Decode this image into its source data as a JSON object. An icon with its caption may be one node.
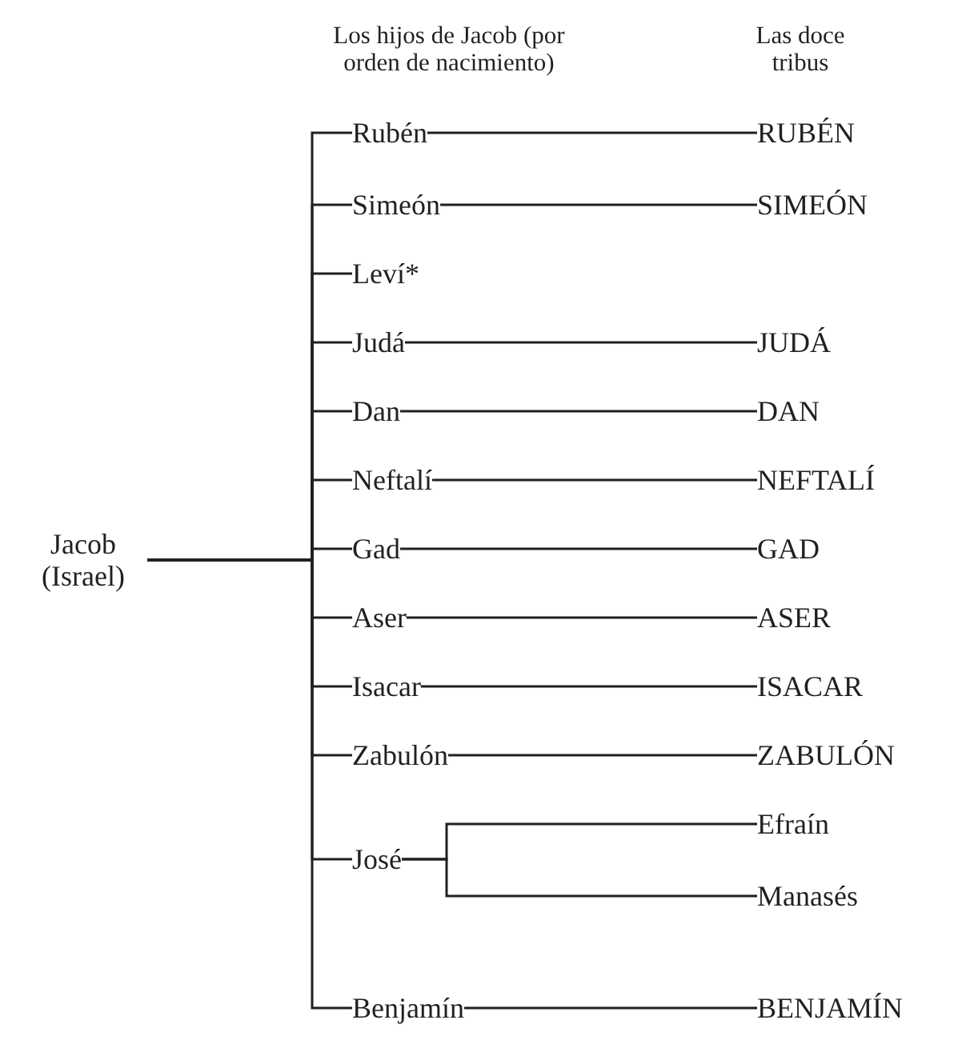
{
  "diagram": {
    "nodes": [
      {
        "text": [
          "Jacob (Israel)"
        ]
      },
      {
        "text": [
          "Rubén"
        ]
      },
      {
        "text": [
          "Simeón"
        ]
      },
      {
        "text": [
          "Leví*"
        ]
      },
      {
        "text": [
          "Judá"
        ]
      },
      {
        "text": [
          "Dan"
        ]
      },
      {
        "text": [
          "Neftalí"
        ]
      },
      {
        "text": [
          "Gad"
        ]
      },
      {
        "text": [
          "Aser"
        ]
      },
      {
        "text": [
          "Isacar"
        ]
      },
      {
        "text": [
          "Zabulón"
        ]
      },
      {
        "text": [
          "José"
        ]
      },
      {
        "text": [
          "Benjamín"
        ]
      },
      {
        "text": [
          "RUBÉN"
        ]
      },
      {
        "text": [
          "SIMEÓN"
        ]
      },
      {
        "text": [
          "JUDÁ"
        ]
      },
      {
        "text": [
          "DAN"
        ]
      },
      {
        "text": [
          "NEFTALÍ"
        ]
      },
      {
        "text": [
          "GAD"
        ]
      },
      {
        "text": [
          "ASER"
        ]
      },
      {
        "text": [
          "ISACAR"
        ]
      },
      {
        "text": [
          "ZABULÓN"
        ]
      },
      {
        "text": [
          "Efraín"
        ]
      },
      {
        "text": [
          "Manasés"
        ]
      },
      {
        "text": [
          "BENJAMÍN"
        ]
      }
    ],
    "edges": [
      {
        "from": 0,
        "to": 1,
        "arrow": "none"
      },
      {
        "from": 0,
        "to": 2,
        "arrow": "none"
      },
      {
        "from": 0,
        "to": 3,
        "arrow": "none"
      },
      {
        "from": 0,
        "to": 4,
        "arrow": "none"
      },
      {
        "from": 0,
        "to": 5,
        "arrow": "none"
      },
      {
        "from": 0,
        "to": 6,
        "arrow": "none"
      },
      {
        "from": 0,
        "to": 7,
        "arrow": "none"
      },
      {
        "from": 0,
        "to": 8,
        "arrow": "none"
      },
      {
        "from": 0,
        "to": 9,
        "arrow": "none"
      },
      {
        "from": 0,
        "to": 10,
        "arrow": "none"
      },
      {
        "from": 0,
        "to": 11,
        "arrow": "none"
      },
      {
        "from": 0,
        "to": 12,
        "arrow": "none"
      },
      {
        "from": 1,
        "to": 13,
        "arrow": "none"
      },
      {
        "from": 2,
        "to": 14,
        "arrow": "none"
      },
      {
        "from": 4,
        "to": 15,
        "arrow": "none"
      },
      {
        "from": 5,
        "to": 16,
        "arrow": "none"
      },
      {
        "from": 6,
        "to": 17,
        "arrow": "none"
      },
      {
        "from": 7,
        "to": 18,
        "arrow": "none"
      },
      {
        "from": 8,
        "to": 19,
        "arrow": "none"
      },
      {
        "from": 9,
        "to": 20,
        "arrow": "none"
      },
      {
        "from": 10,
        "to": 21,
        "arrow": "none"
      },
      {
        "from": 11,
        "to": 22,
        "arrow": "none"
      },
      {
        "from": 11,
        "to": 23,
        "arrow": "none"
      },
      {
        "from": 12,
        "to": 24,
        "arrow": "none"
      }
    ],
    "labels": [
      "Los hijos de Jacob (por orden de nacimiento)",
      "Las doce tribus"
    ]
  }
}
